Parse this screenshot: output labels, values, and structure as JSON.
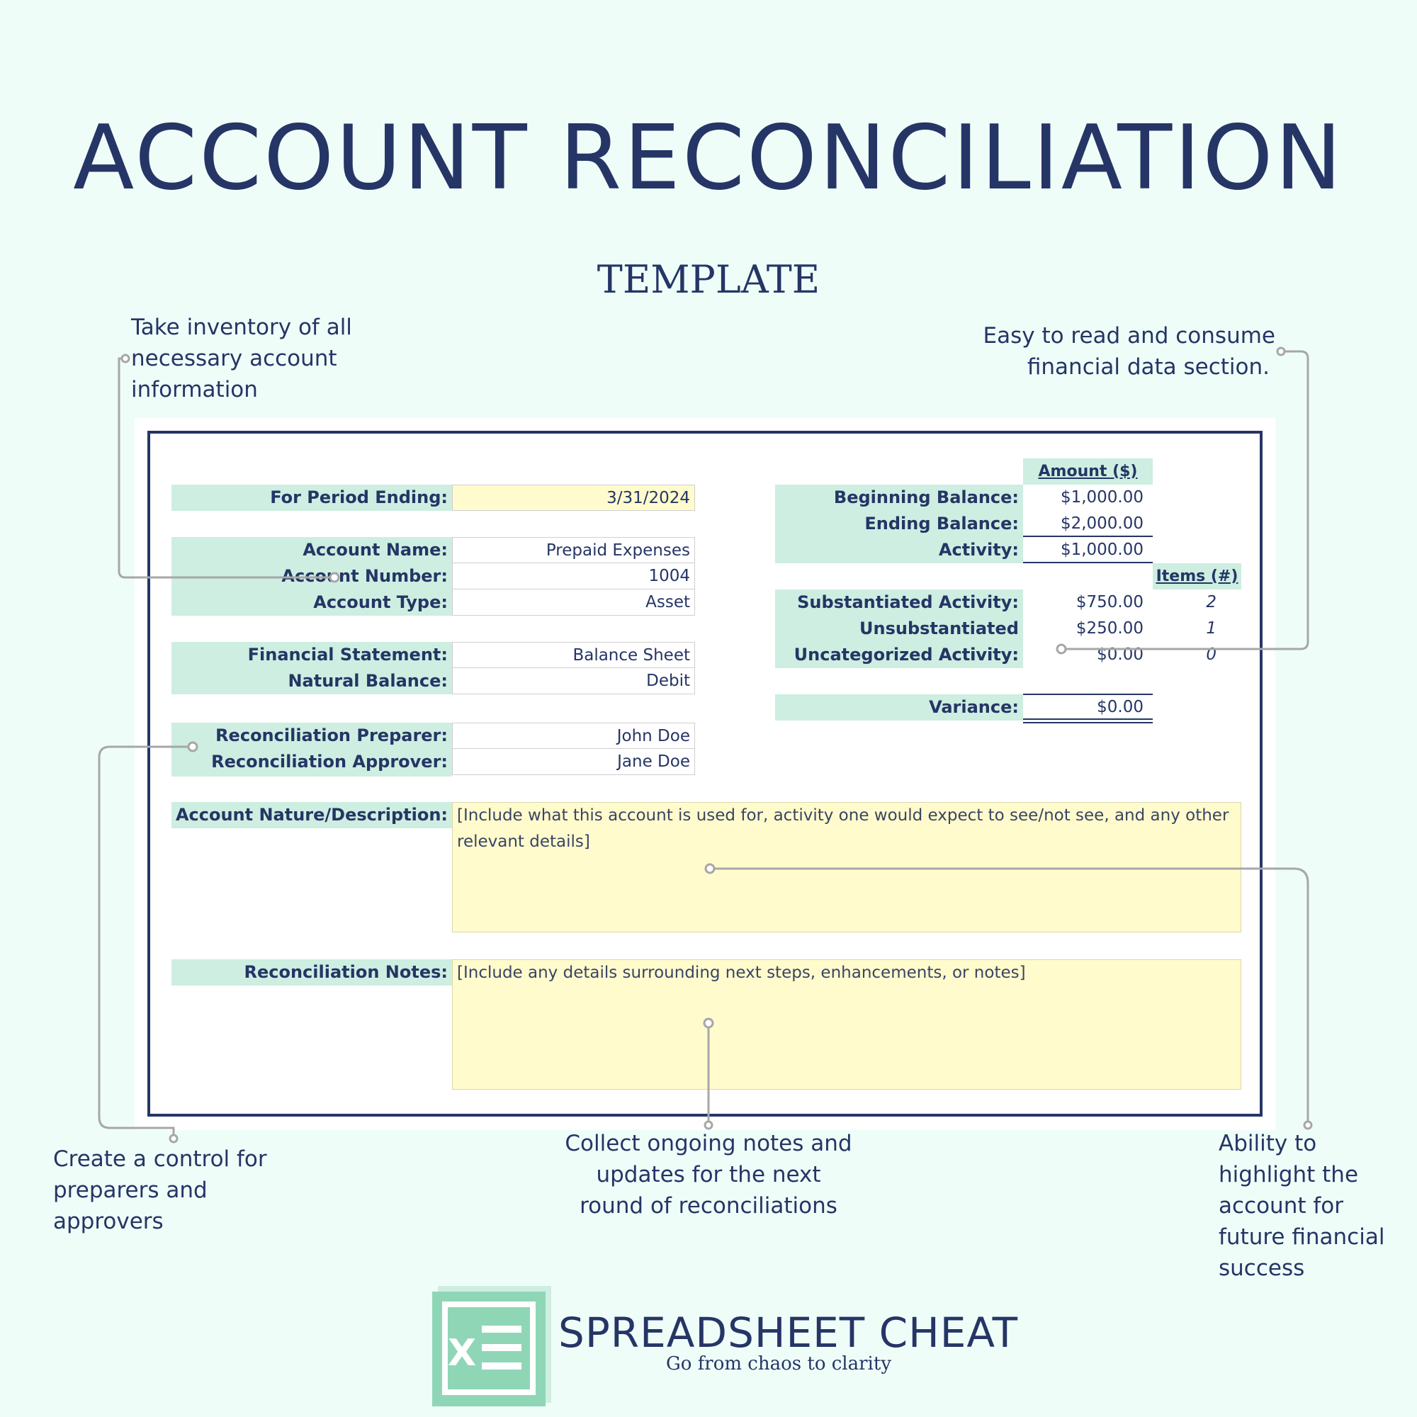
{
  "header": {
    "title": "ACCOUNT RECONCILIATION",
    "subtitle": "TEMPLATE"
  },
  "callouts": {
    "inventory": [
      "Take inventory of all",
      "necessary account",
      "information"
    ],
    "easy_read": [
      "Easy to read and consume",
      "financial data section."
    ],
    "control": [
      "Create a control for",
      "preparers and",
      "approvers"
    ],
    "notes": [
      "Collect ongoing notes and",
      "updates for the next",
      "round of reconciliations"
    ],
    "highlight": [
      "Ability to",
      "highlight the",
      "account for",
      "future financial",
      "success"
    ]
  },
  "sheet": {
    "period": {
      "label": "For Period Ending:",
      "value": "3/31/2024"
    },
    "account": {
      "labels": [
        "Account Name:",
        "Account Number:",
        "Account Type:"
      ],
      "values": [
        "Prepaid Expenses",
        "1004",
        "Asset"
      ]
    },
    "statement": {
      "labels": [
        "Financial Statement:",
        "Natural Balance:"
      ],
      "values": [
        "Balance Sheet",
        "Debit"
      ]
    },
    "people": {
      "labels": [
        "Reconciliation Preparer:",
        "Reconciliation Approver:"
      ],
      "values": [
        "John Doe",
        "Jane Doe"
      ]
    },
    "balances": {
      "amount_header": "Amount ($)",
      "labels": [
        "Beginning Balance:",
        "Ending Balance:",
        "Activity:"
      ],
      "values": [
        "$1,000.00",
        "$2,000.00",
        "$1,000.00"
      ]
    },
    "activity": {
      "items_header": "Items (#)",
      "labels": [
        "Substantiated Activity:",
        "Unsubstantiated Activity:",
        "Uncategorized Activity:"
      ],
      "amounts": [
        "$750.00",
        "$250.00",
        "$0.00"
      ],
      "items": [
        "2",
        "1",
        "0"
      ]
    },
    "variance": {
      "label": "Variance:",
      "value": "$0.00"
    },
    "description": {
      "label": "Account Nature/Description:",
      "value": "[Include what this account is used for, activity one would expect to see/not see, and any other relevant details]"
    },
    "notes": {
      "label": "Reconciliation Notes:",
      "value": "[Include any details surrounding next steps, enhancements, or notes]"
    }
  },
  "brand": {
    "logo_letter": "X",
    "name": "SPREADSHEET CHEAT",
    "tagline": "Go from chaos to clarity"
  },
  "colors": {
    "navy": "#253565",
    "mint_label": "#cdeee1",
    "input_yellow": "#fffbcc",
    "background": "#effdf9",
    "logo_green": "#8fd6b6"
  }
}
